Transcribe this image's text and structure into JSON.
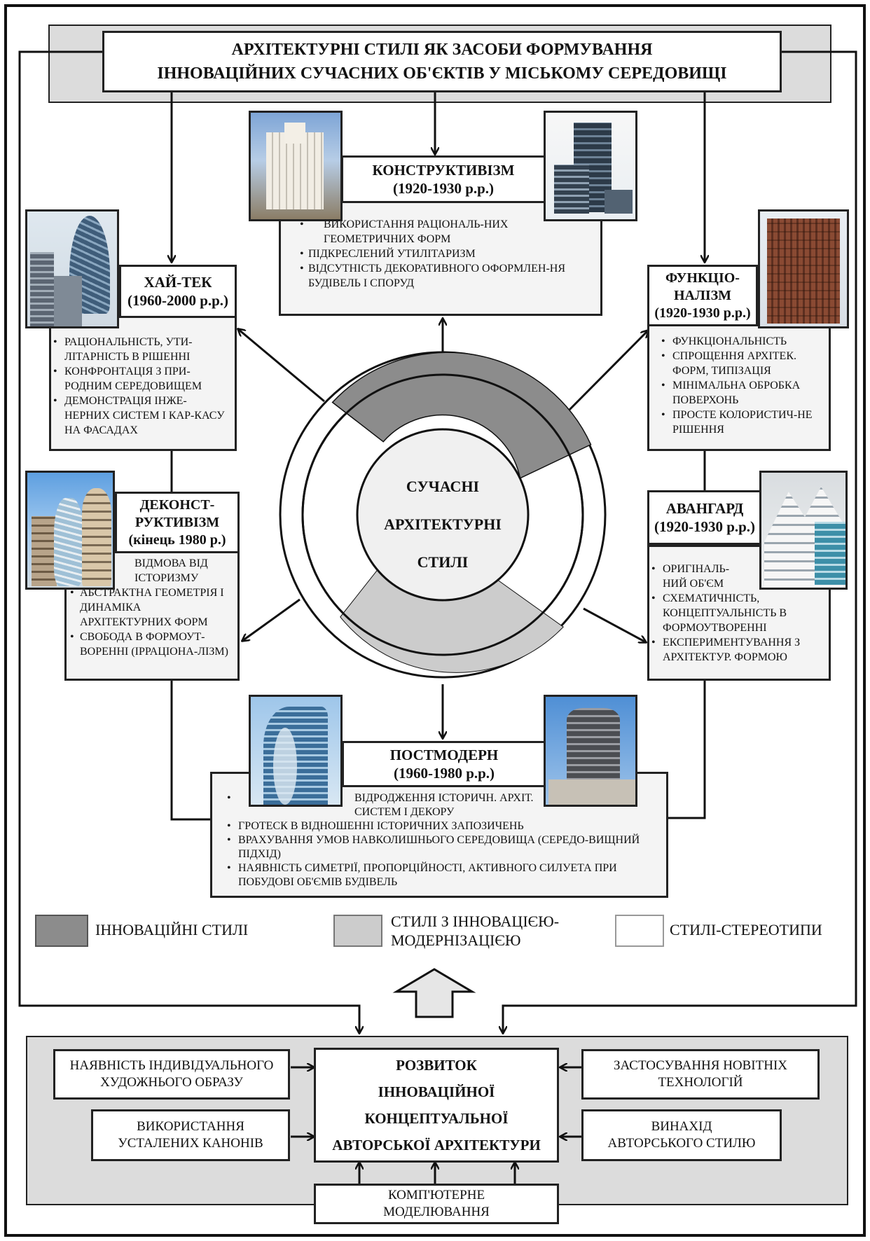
{
  "title": {
    "line1": "АРХІТЕКТУРНІ СТИЛІ ЯК ЗАСОБИ ФОРМУВАННЯ",
    "line2": "ІННОВАЦІЙНИХ СУЧАСНИХ ОБ'ЄКТІВ  У МІСЬКОМУ СЕРЕДОВИЩІ"
  },
  "center": {
    "line1": "СУЧАСНІ",
    "line2": "АРХІТЕКТУРНІ",
    "line3": "СТИЛІ"
  },
  "styles": {
    "constructivism": {
      "name": "КОНСТРУКТИВІЗМ",
      "period": "(1920-1930 р.р.)",
      "items": [
        "ВИКОРИСТАННЯ РАЦІОНАЛЬ-НИХ ГЕОМЕТРИЧНИХ ФОРМ",
        "ПІДКРЕСЛЕНИЙ УТИЛІТАРИЗМ",
        "ВІДСУТНІСТЬ ДЕКОРАТИВНОГО ОФОРМЛЕН-НЯ  БУДІВЕЛЬ І СПОРУД"
      ]
    },
    "hitech": {
      "name": "ХАЙ-ТЕК",
      "period": "(1960-2000 р.р.)",
      "items": [
        "РАЦІОНАЛЬНІСТЬ, УТИ-ЛІТАРНІСТЬ В РІШЕННІ",
        "КОНФРОНТАЦІЯ  З ПРИ-РОДНИМ СЕРЕДОВИЩЕМ",
        "ДЕМОНСТРАЦІЯ ІНЖЕ-НЕРНИХ СИСТЕМ І КАР-КАСУ НА ФАСАДАХ"
      ]
    },
    "functionalism": {
      "name1": "ФУНКЦІО-",
      "name2": "НАЛІЗМ",
      "period": "(1920-1930 р.р.)",
      "items": [
        "ФУНКЦІОНАЛЬНІСТЬ",
        "СПРОЩЕННЯ АРХІТЕК. ФОРМ, ТИПІЗАЦІЯ",
        "МІНІМАЛЬНА ОБРОБКА ПОВЕРХОНЬ",
        "ПРОСТЕ КОЛОРИСТИЧ-НЕ РІШЕННЯ"
      ]
    },
    "deconstructivism": {
      "name1": "ДЕКОНСТ-",
      "name2": "РУКТИВІЗМ",
      "period": "(кінець 1980 р.)",
      "items": [
        "ВІДМОВА ВІД ІСТОРИЗМУ",
        "АБСТРАКТНА ГЕОМЕТРІЯ І ДИНАМІКА АРХІТЕКТУРНИХ ФОРМ",
        "СВОБОДА В ФОРМОУТ-ВОРЕННІ (ІРРАЦІОНА-ЛІЗМ)"
      ]
    },
    "avantgarde": {
      "name": "АВАНГАРД",
      "period": "(1920-1930 р.р.)",
      "items": [
        "ОРИГІНАЛЬ-НИЙ ОБ'ЄМ",
        "СХЕМАТИЧНІСТЬ, КОНЦЕПТУАЛЬНІСТЬ В ФОРМОУТВОРЕННІ",
        "ЕКСПЕРИМЕНТУВАННЯ З АРХІТЕКТУР.  ФОРМОЮ"
      ]
    },
    "postmodern": {
      "name": "ПОСТМОДЕРН",
      "period": "(1960-1980 р.р.)",
      "items": [
        "ВІДРОДЖЕННЯ ІСТОРИЧН. АРХІТ. СИСТЕМ І ДЕКОРУ",
        "ГРОТЕСК В ВІДНОШЕННІ ІСТОРИЧНИХ ЗАПОЗИЧЕНЬ",
        "ВРАХУВАННЯ УМОВ НАВКОЛИШНЬОГО СЕРЕДОВИЩА (СЕРЕДО-ВИЩНИЙ  ПІДХІД)",
        "НАЯВНІСТЬ СИМЕТРІЇ, ПРОПОРЦІЙНОСТІ, АКТИВНОГО  СИЛУЕТА ПРИ ПОБУДОВІ ОБ'ЄМІВ БУДІВЕЛЬ"
      ]
    }
  },
  "legend": {
    "innovative": "ІННОВАЦІЙНІ СТИЛІ",
    "modernized_1": "СТИЛІ З ІННОВАЦІЄЮ-",
    "modernized_2": "МОДЕРНІЗАЦІЄЮ",
    "stereotype": "СТИЛІ-СТЕРЕОТИПИ",
    "colors": {
      "innovative": "#8c8c8c",
      "modernized": "#cccccc",
      "stereotype": "#ffffff"
    }
  },
  "development": {
    "line1": "РОЗВИТОК",
    "line2": "ІННОВАЦІЙНОЇ",
    "line3": "КОНЦЕПТУАЛЬНОЇ",
    "line4": "АВТОРСЬКОЇ АРХІТЕКТУРИ"
  },
  "factors": {
    "individual": "НАЯВНІСТЬ ІНДИВІДУАЛЬНОГО ХУДОЖНЬОГО ОБРАЗУ",
    "canons": "ВИКОРИСТАННЯ УСТАЛЕНИХ КАНОНІВ",
    "technologies": "ЗАСТОСУВАННЯ НОВІТНІХ ТЕХНОЛОГІЙ",
    "author_style": "ВИНАХІД АВТОРСЬКОГО СТИЛЮ",
    "computer": "КОМП'ЮТЕРНЕ МОДЕЛЮВАННЯ"
  }
}
